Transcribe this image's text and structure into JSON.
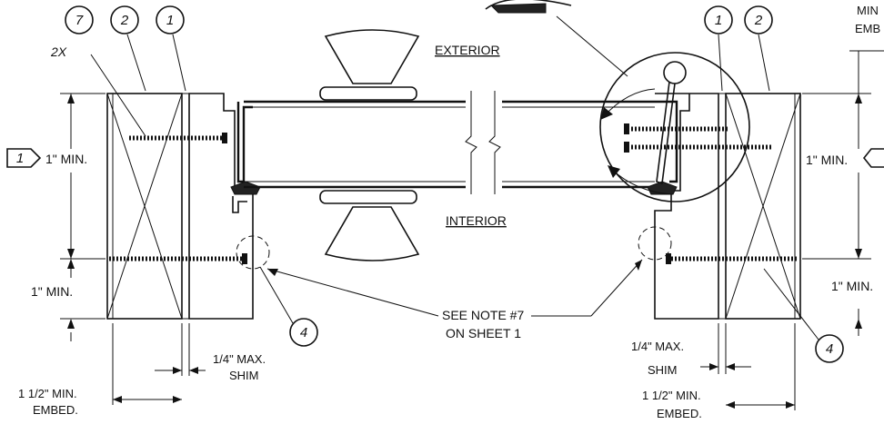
{
  "callouts": {
    "c7": "7",
    "c2_left": "2",
    "c1_left": "1",
    "c1_right": "1",
    "c2_right": "2",
    "c4_left": "4",
    "c4_right": "4"
  },
  "labels": {
    "qty": "2X",
    "exterior": "EXTERIOR",
    "interior": "INTERIOR",
    "min_left_top": "1\" MIN.",
    "min_left_bottom": "1\" MIN.",
    "min_right_top": "1\" MIN.",
    "min_right_bottom": "1\" MIN.",
    "tag_left": "1",
    "shim_left_1": "1/4\" MAX.",
    "shim_left_2": "SHIM",
    "embed_left_1": "1 1/2\" MIN.",
    "embed_left_2": "EMBED.",
    "note_1": "SEE NOTE #7",
    "note_2": "ON SHEET 1",
    "shim_right_1": "1/4\" MAX.",
    "shim_right_2": "SHIM",
    "embed_right_1": "1 1/2\" MIN.",
    "embed_right_2": "EMBED.",
    "corner_1": "MIN",
    "corner_2": "EMB"
  }
}
